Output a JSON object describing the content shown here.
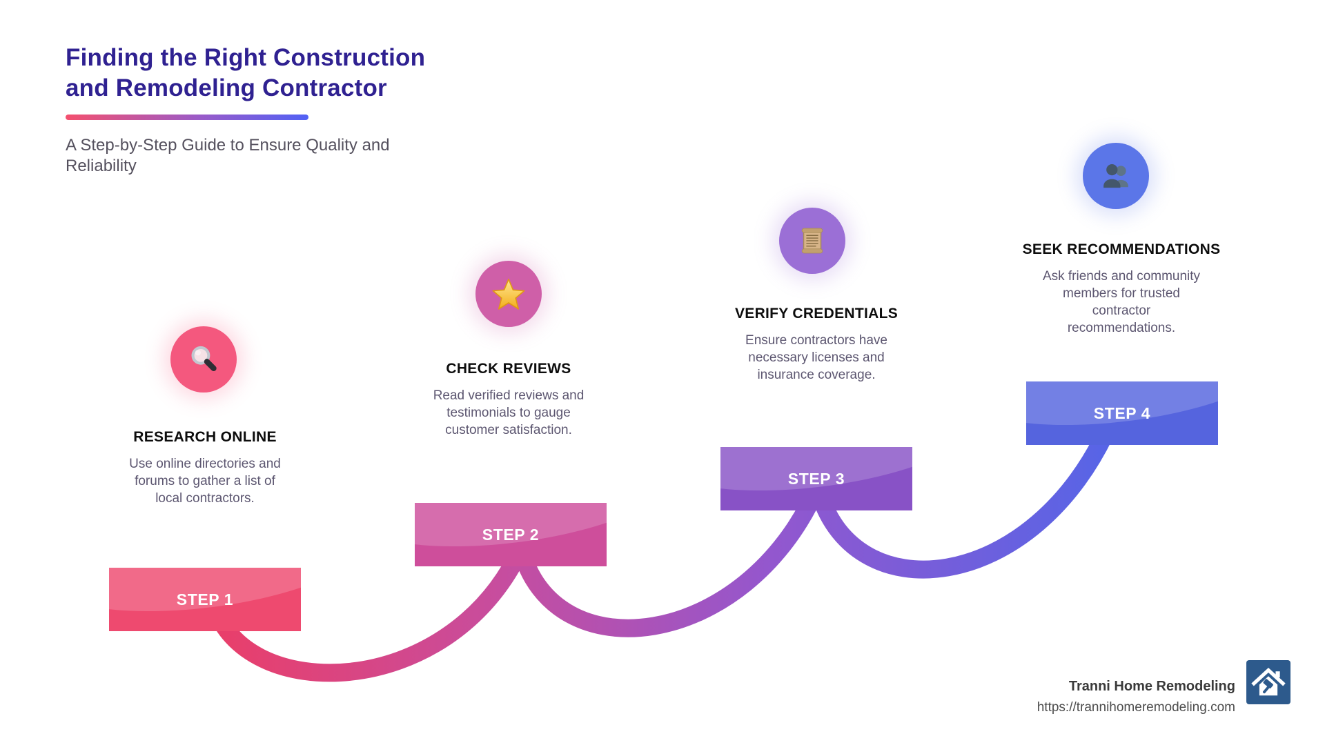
{
  "header": {
    "title_line1": "Finding the Right Construction",
    "title_line2": "and Remodeling Contractor",
    "subtitle": "A Step-by-Step Guide to Ensure Quality and Reliability"
  },
  "steps": [
    {
      "label": "STEP 1",
      "title": "RESEARCH ONLINE",
      "description": "Use online directories and forums to gather a list of local contractors.",
      "icon": "magnifier-icon",
      "circle_color": "#F4587E",
      "banner_color": "#EE4A6F"
    },
    {
      "label": "STEP 2",
      "title": "CHECK REVIEWS",
      "description": "Read verified reviews and testimonials to gauge customer satisfaction.",
      "icon": "star-icon",
      "circle_color": "#CF5FA8",
      "banner_color": "#CE4E9B"
    },
    {
      "label": "STEP 3",
      "title": "VERIFY CREDENTIALS",
      "description": "Ensure contractors have necessary licenses and insurance coverage.",
      "icon": "scroll-icon",
      "circle_color": "#9B6FD6",
      "banner_color": "#8852C6"
    },
    {
      "label": "STEP 4",
      "title": "SEEK RECOMMENDATIONS",
      "description": "Ask friends and community members for trusted contractor recommendations.",
      "icon": "people-icon",
      "circle_color": "#5B76E8",
      "banner_color": "#5564DE"
    }
  ],
  "footer": {
    "company": "Tranni Home Remodeling",
    "url": "https://trannihomeremodeling.com",
    "logo_color": "#2D5A8C"
  },
  "colors": {
    "title_text": "#2F2191",
    "body_text": "#5C5670",
    "underline_gradient": [
      "#F4506E",
      "#9A5BC8",
      "#5161F5"
    ],
    "wave_gradient": [
      "#EA3E68",
      "#C74D9E",
      "#9357CE",
      "#5565E7"
    ]
  }
}
